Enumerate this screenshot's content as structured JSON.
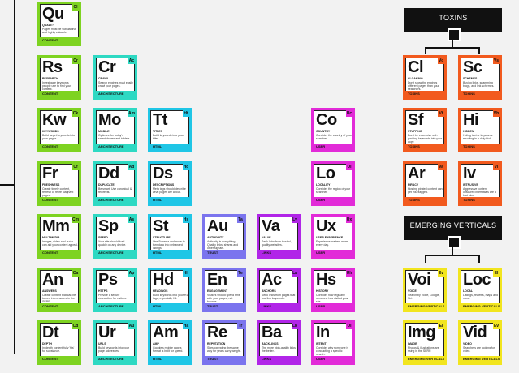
{
  "colors": {
    "content": "#7ed321",
    "architecture": "#2ed9c3",
    "html": "#1fc6e6",
    "trust": "#7b74ee",
    "links": "#b125e8",
    "user": "#e22bd8",
    "toxins": "#f25a1e",
    "emerging": "#f2e51e"
  },
  "headers": {
    "toxins": "TOXINS",
    "emerging": "EMERGING VERTICALS"
  },
  "tiles": [
    {
      "sym": "Qu",
      "num": "Cl",
      "name": "QUALITY",
      "desc": "Pages must be substantive and highly valuable.",
      "cat": "CONTENT",
      "ct": "content"
    },
    {
      "sym": "Rs",
      "num": "Cr",
      "name": "RESEARCH",
      "desc": "Investigate keywords people use to find your content.",
      "cat": "CONTENT",
      "ct": "content"
    },
    {
      "sym": "Kw",
      "num": "Ck",
      "name": "KEYWORDS",
      "desc": "Build target keywords into your pages.",
      "cat": "CONTENT",
      "ct": "content"
    },
    {
      "sym": "Fr",
      "num": "Cf",
      "name": "FRESHNESS",
      "desc": "Create timely content, refresh or retire stagnant pages.",
      "cat": "CONTENT",
      "ct": "content"
    },
    {
      "sym": "Mm",
      "num": "Cm",
      "name": "MULTIMEDIA",
      "desc": "Images, video and audio can aid your content appeal.",
      "cat": "CONTENT",
      "ct": "content"
    },
    {
      "sym": "An",
      "num": "Ca",
      "name": "ANSWERS",
      "desc": "Create content that can be turned into answers in the SERP.",
      "cat": "CONTENT",
      "ct": "content"
    },
    {
      "sym": "Dt",
      "num": "Cd",
      "name": "DEPTH",
      "desc": "In-depth content fully 'fits' for substance.",
      "cat": "CONTENT",
      "ct": "content"
    },
    {
      "sym": "Cr",
      "num": "Ac",
      "name": "CRAWL",
      "desc": "Search engines must easily crawl your pages.",
      "cat": "ARCHITECTURE",
      "ct": "architecture"
    },
    {
      "sym": "Mo",
      "num": "Am",
      "name": "MOBILE",
      "desc": "Optimize for today's smartphones and tablets.",
      "cat": "ARCHITECTURE",
      "ct": "architecture"
    },
    {
      "sym": "Dd",
      "num": "Ad",
      "name": "DUPLICATE",
      "desc": "Be smart. Use canonical & redirects.",
      "cat": "ARCHITECTURE",
      "ct": "architecture"
    },
    {
      "sym": "Sp",
      "num": "As",
      "name": "SPEED",
      "desc": "Your site should load quickly on any device.",
      "cat": "ARCHITECTURE",
      "ct": "architecture"
    },
    {
      "sym": "Ps",
      "num": "Ap",
      "name": "HTTPS",
      "desc": "Provide a secure connection for visitors.",
      "cat": "ARCHITECTURE",
      "ct": "architecture"
    },
    {
      "sym": "Ur",
      "num": "Au",
      "name": "URLS",
      "desc": "Build keywords into your page addresses.",
      "cat": "ARCHITECTURE",
      "ct": "architecture"
    },
    {
      "sym": "Tt",
      "num": "Ht",
      "name": "TITLES",
      "desc": "Build keywords into your titles.",
      "cat": "HTML",
      "ct": "html"
    },
    {
      "sym": "Ds",
      "num": "Hd",
      "name": "DESCRIPTIONS",
      "desc": "Meta tags should describe what pages are about.",
      "cat": "HTML",
      "ct": "html"
    },
    {
      "sym": "St",
      "num": "Hs",
      "name": "STRUCTURE",
      "desc": "Use Schema and more to turn data into enhanced listings.",
      "cat": "HTML",
      "ct": "html"
    },
    {
      "sym": "Hd",
      "num": "Hh",
      "name": "HEADINGS",
      "desc": "Build keywords into your H1 tags, especially H1.",
      "cat": "HTML",
      "ct": "html"
    },
    {
      "sym": "Am",
      "num": "Ha",
      "name": "AMP",
      "desc": "Google's mobile pages format is built for speed.",
      "cat": "HTML",
      "ct": "html"
    },
    {
      "sym": "Au",
      "num": "Ta",
      "name": "AUTHORITY",
      "desc": "Authority is everything. Quality links, shares and other signals.",
      "cat": "TRUST",
      "ct": "trust"
    },
    {
      "sym": "En",
      "num": "Te",
      "name": "ENGAGEMENT",
      "desc": "Visitors should spend time with your pages, not bounce.",
      "cat": "TRUST",
      "ct": "trust"
    },
    {
      "sym": "Re",
      "num": "Tr",
      "name": "REPUTATION",
      "desc": "Sites operating the same way for years carry weight.",
      "cat": "TRUST",
      "ct": "trust"
    },
    {
      "sym": "Va",
      "num": "Lv",
      "name": "VALUE",
      "desc": "Seek links from trusted, quality websites.",
      "cat": "LINKS",
      "ct": "links"
    },
    {
      "sym": "Ac",
      "num": "La",
      "name": "ANCHORS",
      "desc": "Seek links from pages that use link keywords.",
      "cat": "LINKS",
      "ct": "links"
    },
    {
      "sym": "Ba",
      "num": "Lb",
      "name": "BACKLINKS",
      "desc": "The more high-quality links, the better.",
      "cat": "LINKS",
      "ct": "links"
    },
    {
      "sym": "Co",
      "num": "Uc",
      "name": "COUNTRY",
      "desc": "Consider the country of your searcher.",
      "cat": "USER",
      "ct": "user"
    },
    {
      "sym": "Lo",
      "num": "Ul",
      "name": "LOCALITY",
      "desc": "Consider the region of your searcher.",
      "cat": "USER",
      "ct": "user"
    },
    {
      "sym": "Ux",
      "num": "Ux",
      "name": "USER EXPERIENCE",
      "desc": "Experience matters more every day.",
      "cat": "USER",
      "ct": "user"
    },
    {
      "sym": "Hs",
      "num": "Uh",
      "name": "HISTORY",
      "desc": "Consider how regularly someone has visited your site.",
      "cat": "USER",
      "ct": "user"
    },
    {
      "sym": "In",
      "num": "Ui",
      "name": "INTENT",
      "desc": "Consider why someone is conducting a specific search.",
      "cat": "USER",
      "ct": "user"
    },
    {
      "sym": "Cl",
      "num": "Vc",
      "name": "CLOAKING",
      "desc": "Don't show the engines different pages than your searchers.",
      "cat": "TOXINS",
      "ct": "toxins"
    },
    {
      "sym": "Sc",
      "num": "Vs",
      "name": "SCHEMES",
      "desc": "Buying links, spamming blogs, and link schemes.",
      "cat": "TOXINS",
      "ct": "toxins"
    },
    {
      "sym": "Sf",
      "num": "Vf",
      "name": "STUFFING",
      "desc": "Don't be excessive with packing keywords into your copy.",
      "cat": "TOXINS",
      "ct": "toxins"
    },
    {
      "sym": "Hi",
      "num": "Vh",
      "name": "HIDDEN",
      "desc": "Hiding text or keywords resulting in a dirty trick.",
      "cat": "TOXINS",
      "ct": "toxins"
    },
    {
      "sym": "Ar",
      "num": "Va",
      "name": "PIRACY",
      "desc": "Hosting pirated content can get you flagged.",
      "cat": "TOXINS",
      "ct": "toxins"
    },
    {
      "sym": "Iv",
      "num": "Vi",
      "name": "INTRUSIVE",
      "desc": "Aggressive content obscured interstitials are a bad idea.",
      "cat": "TOXINS",
      "ct": "toxins"
    },
    {
      "sym": "Voi",
      "num": "Ev",
      "name": "VOICE",
      "desc": "Search by Voice, Google, Siri.",
      "cat": "EMERGING VERTICALS",
      "ct": "emerging"
    },
    {
      "sym": "Loc",
      "num": "El",
      "name": "LOCAL",
      "desc": "Listings, reviews, maps and more.",
      "cat": "EMERGING VERTICALS",
      "ct": "emerging"
    },
    {
      "sym": "Img",
      "num": "Ei",
      "name": "IMAGE",
      "desc": "Photos & illustrations are rising in the SERP.",
      "cat": "EMERGING VERTICALS",
      "ct": "emerging"
    },
    {
      "sym": "Vid",
      "num": "Ev",
      "name": "VIDEO",
      "desc": "Searchers are looking for video.",
      "cat": "EMERGING VERTICALS",
      "ct": "emerging"
    }
  ]
}
